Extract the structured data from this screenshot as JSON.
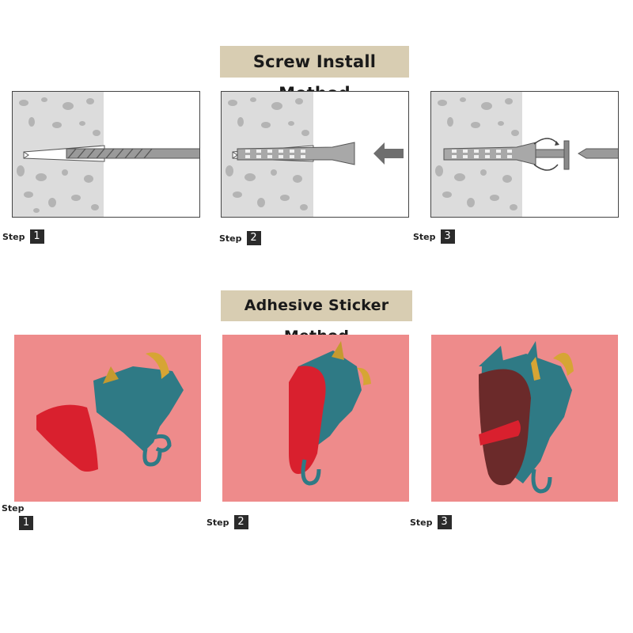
{
  "screw_method": {
    "title": "Screw Install Method",
    "steps": [
      {
        "label": "Step",
        "number": "1"
      },
      {
        "label": "Step",
        "number": "2"
      },
      {
        "label": "Step",
        "number": "3"
      }
    ]
  },
  "adhesive_method": {
    "title": "Adhesive Sticker Method",
    "steps": [
      {
        "label": "Step",
        "number": "1"
      },
      {
        "label": "Step",
        "number": "2"
      },
      {
        "label": "Step",
        "number": "3"
      }
    ]
  },
  "colors": {
    "banner": "#d8cdb2",
    "wall": "#dcdcdc",
    "photo_background": "#ee8b8b",
    "sticker": "#d9202e",
    "figure": "#2f7a85",
    "horn": "#d6a534"
  }
}
